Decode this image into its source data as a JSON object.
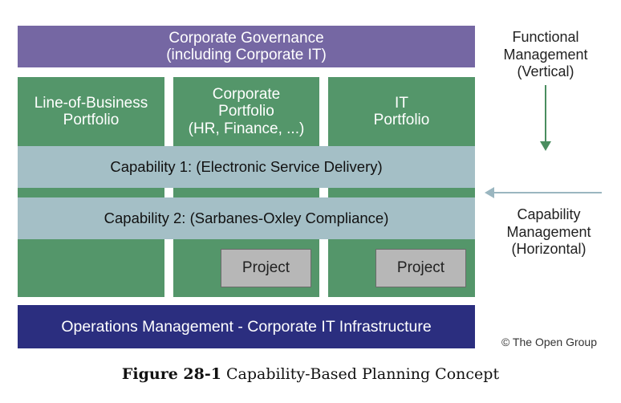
{
  "governance": {
    "label": "Corporate Governance\n(including Corporate IT)"
  },
  "columns": [
    {
      "label": "Line-of-Business\nPortfolio"
    },
    {
      "label": "Corporate\nPortfolio\n(HR, Finance, ...)"
    },
    {
      "label": "IT\nPortfolio"
    }
  ],
  "capabilities": [
    {
      "label": "Capability 1: (Electronic Service Delivery)"
    },
    {
      "label": "Capability 2: (Sarbanes-Oxley Compliance)"
    }
  ],
  "projects": [
    {
      "label": "Project"
    },
    {
      "label": "Project"
    }
  ],
  "operations": {
    "label": "Operations Management - Corporate IT Infrastructure"
  },
  "functional_management": {
    "label": "Functional\nManagement\n(Vertical)"
  },
  "capability_management": {
    "label": "Capability\nManagement\n(Horizontal)"
  },
  "copyright": "© The Open Group",
  "caption": {
    "number": "Figure 28-1",
    "title": "Capability-Based Planning Concept"
  },
  "colors": {
    "governance": "#7567a3",
    "portfolio": "#54966a",
    "capability": "#a4bfc6",
    "project": "#b7b7b7",
    "operations": "#2b2e7f",
    "vertical_arrow": "#4a8d5f",
    "horizontal_arrow": "#9ab6c0"
  }
}
